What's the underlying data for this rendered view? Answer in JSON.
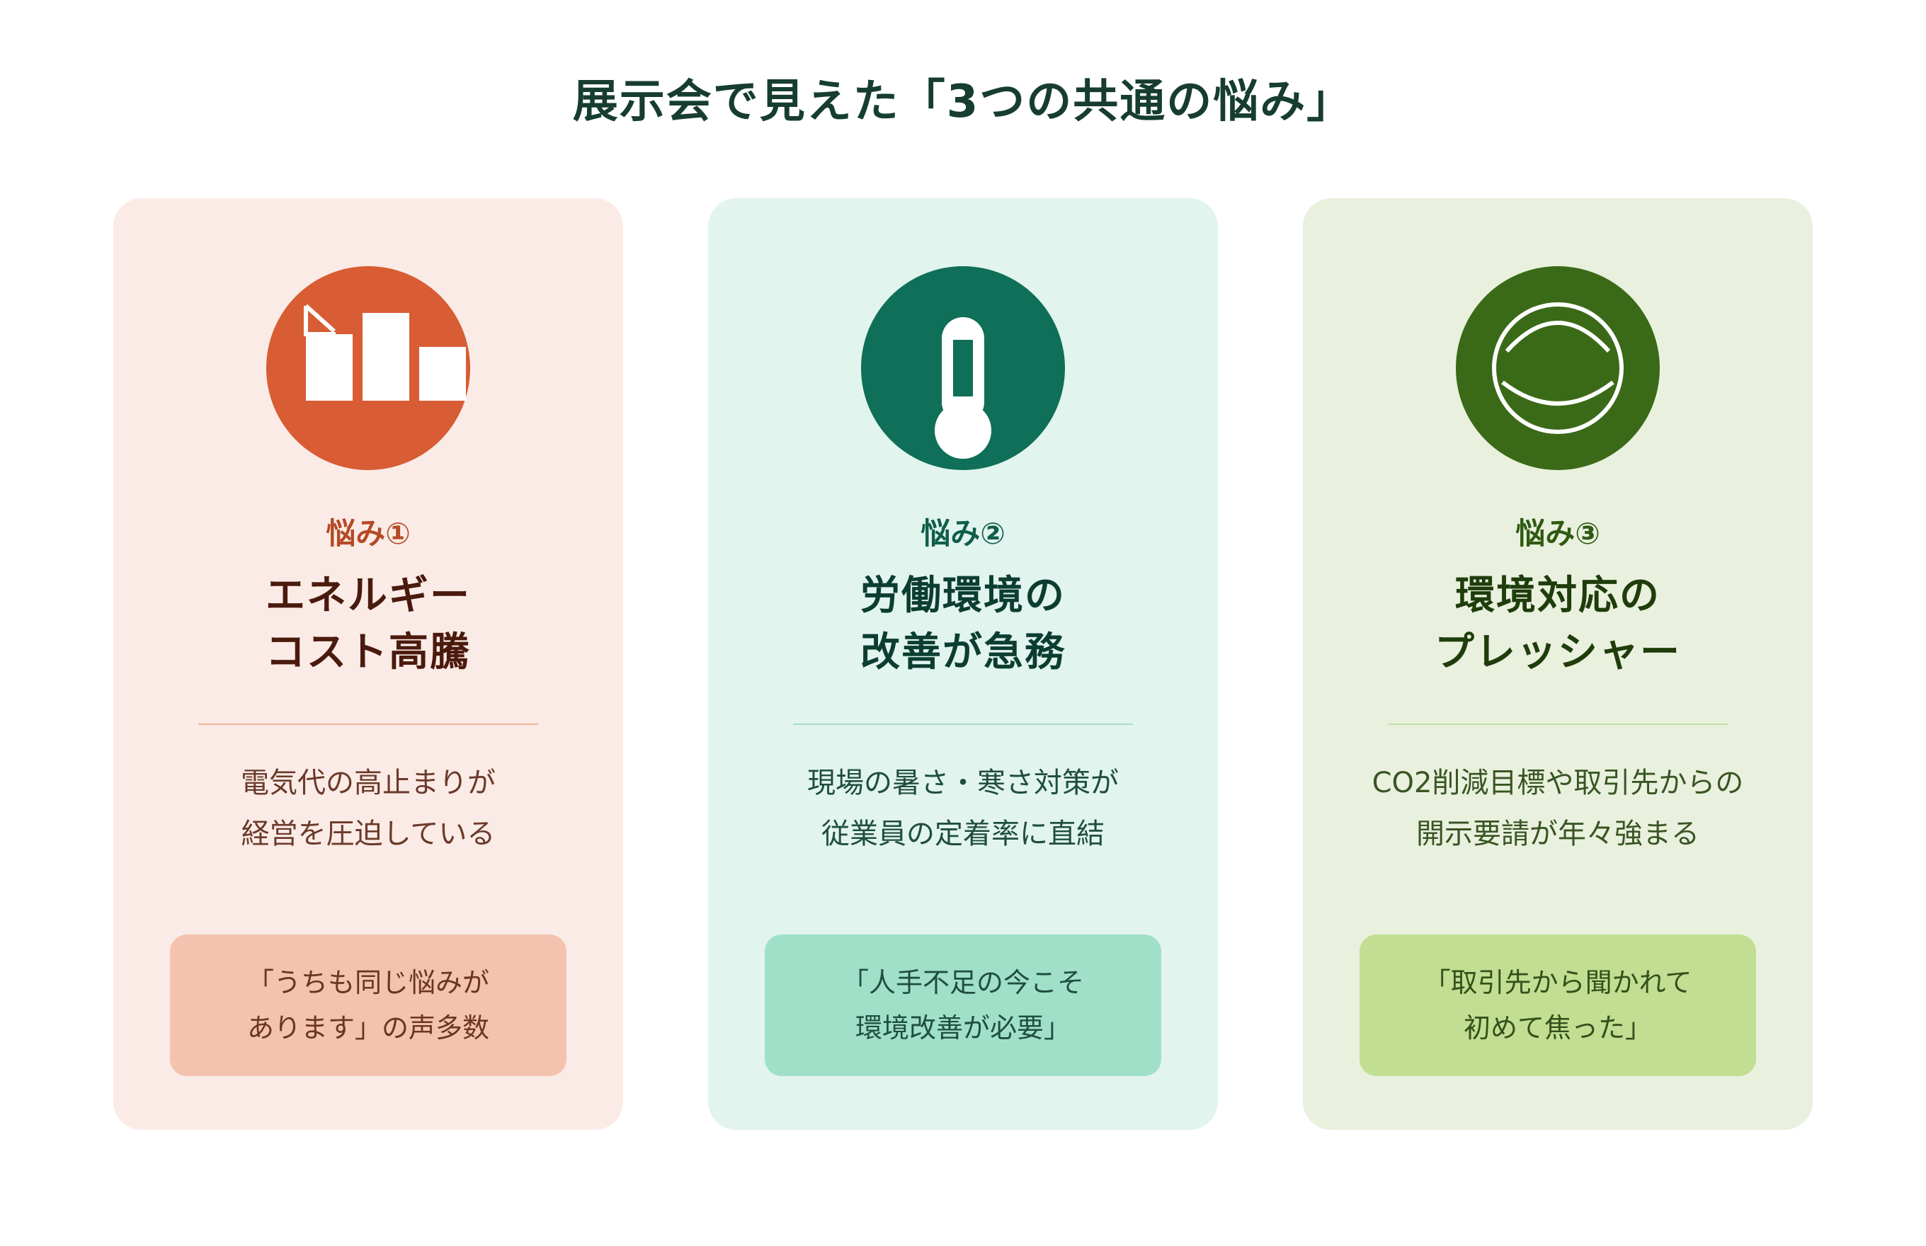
{
  "title": "展示会で見えた「3つの共通の悩み」",
  "cards": [
    {
      "icon": "bar-chart-icon",
      "color": "#d85c34",
      "label": "悩み①",
      "title_lines": [
        "エネルギー",
        "コスト高騰"
      ],
      "desc_lines": [
        "電気代の高止まりが",
        "経営を圧迫している"
      ],
      "quote_lines": [
        "「うちも同じ悩みが",
        "あります」の声多数"
      ]
    },
    {
      "icon": "thermometer-icon",
      "color": "#0f6f58",
      "label": "悩み②",
      "title_lines": [
        "労働環境の",
        "改善が急務"
      ],
      "desc_lines": [
        "現場の暑さ・寒さ対策が",
        "従業員の定着率に直結"
      ],
      "quote_lines": [
        "「人手不足の今こそ",
        "環境改善が必要」"
      ]
    },
    {
      "icon": "globe-icon",
      "color": "#3a6a17",
      "label": "悩み③",
      "title_lines": [
        "環境対応の",
        "プレッシャー"
      ],
      "desc_lines": [
        "CO2削減目標や取引先からの",
        "開示要請が年々強まる"
      ],
      "quote_lines": [
        "「取引先から聞かれて",
        "初めて焦った」"
      ]
    }
  ]
}
